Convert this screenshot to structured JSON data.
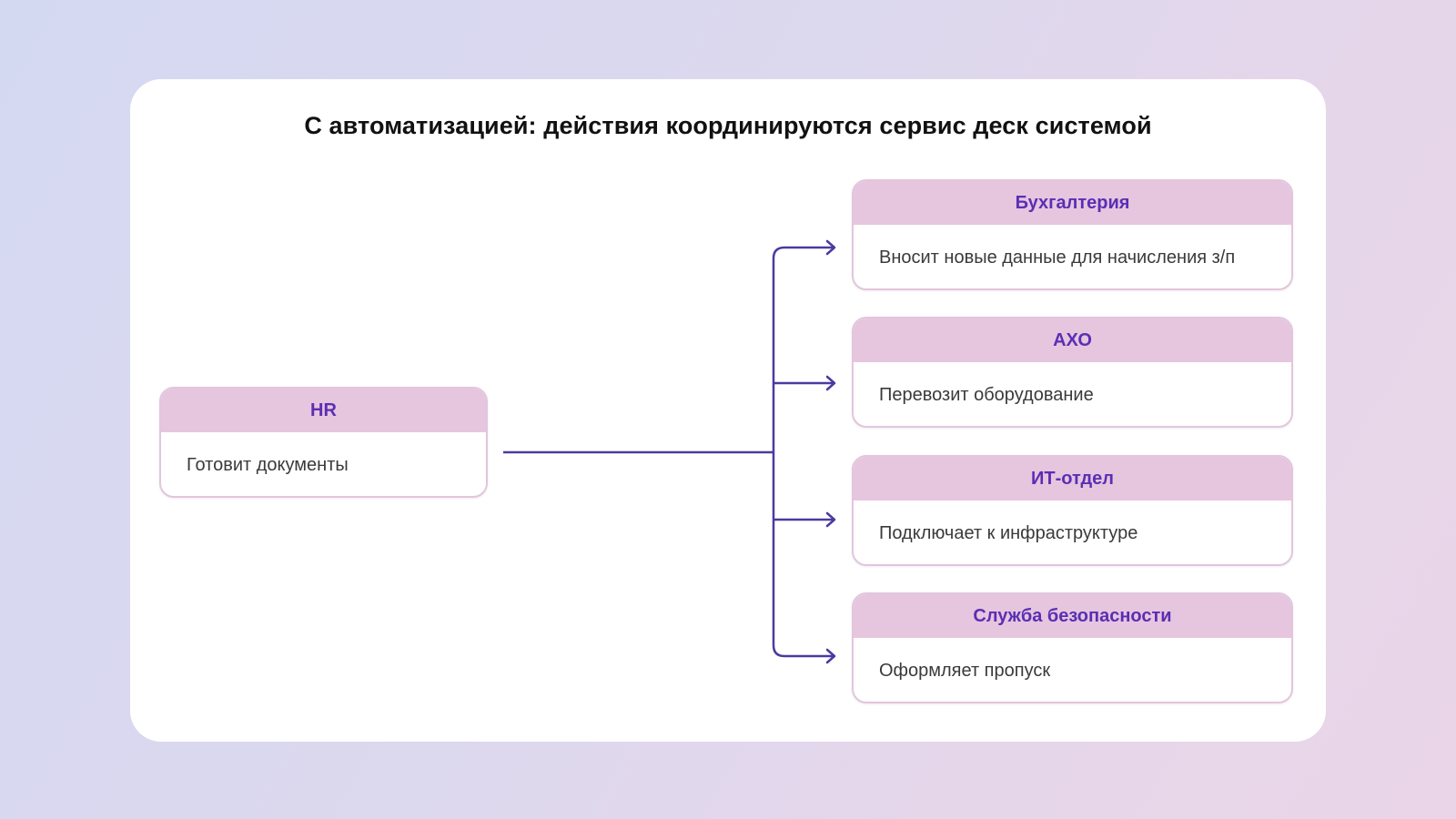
{
  "title": "С автоматизацией: действия координируются сервис деск системой",
  "colors": {
    "accent": "#5a2fb3",
    "header_bg": "#e6c5df",
    "border": "#e2c6dd",
    "connector": "#4b3aa0"
  },
  "source": {
    "title": "HR",
    "action": "Готовит документы"
  },
  "targets": [
    {
      "title": "Бухгалтерия",
      "action": "Вносит новые данные для начисления з/п"
    },
    {
      "title": "АХО",
      "action": "Перевозит оборудование"
    },
    {
      "title": "ИТ-отдел",
      "action": "Подключает к инфраструктуре"
    },
    {
      "title": "Служба безопасности",
      "action": "Оформляет пропуск"
    }
  ]
}
